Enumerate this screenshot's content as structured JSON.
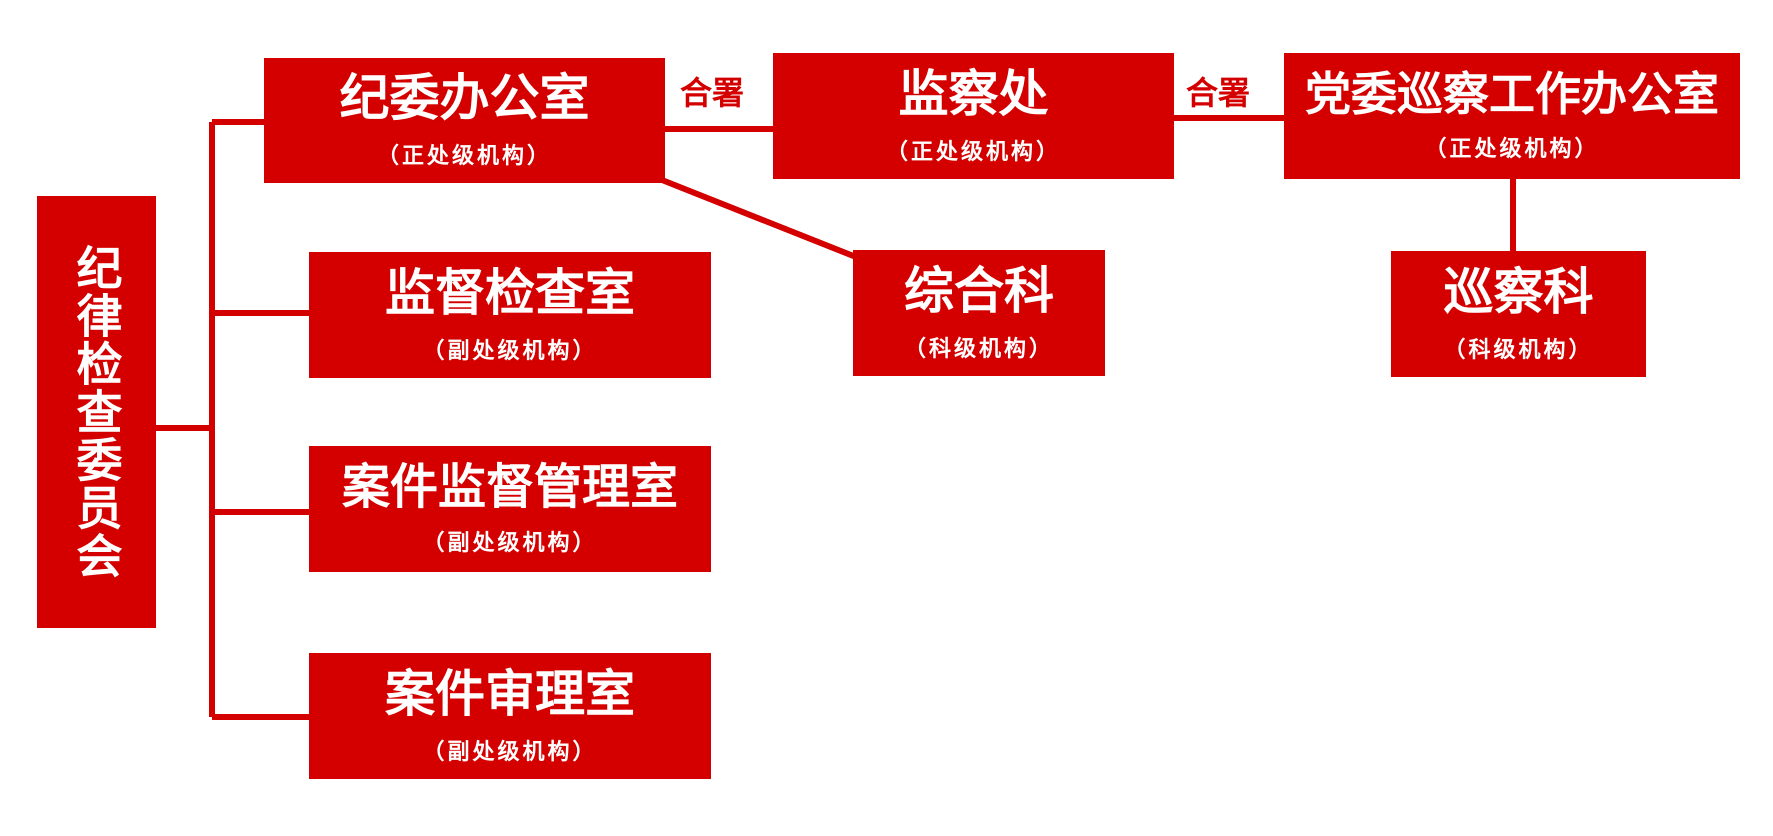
{
  "root": {
    "name": "纪律检查委员会"
  },
  "nodes": {
    "jiwei_office": {
      "name": "纪委办公室",
      "level": "（正处级机构）"
    },
    "supervision_inspection": {
      "name": "监督检查室",
      "level": "（副处级机构）"
    },
    "case_supervision": {
      "name": "案件监督管理室",
      "level": "（副处级机构）"
    },
    "case_review": {
      "name": "案件审理室",
      "level": "（副处级机构）"
    },
    "jiancha": {
      "name": "监察处",
      "level": "（正处级机构）"
    },
    "xuncha_office": {
      "name": "党委巡察工作办公室",
      "level": "（正处级机构）"
    },
    "general_section": {
      "name": "综合科",
      "level": "（科级机构）"
    },
    "xuncha_section": {
      "name": "巡察科",
      "level": "（科级机构）"
    }
  },
  "labels": {
    "merged_1": "合署",
    "merged_2": "合署"
  },
  "colors": {
    "primary": "#d40000",
    "text": "#ffffff"
  }
}
